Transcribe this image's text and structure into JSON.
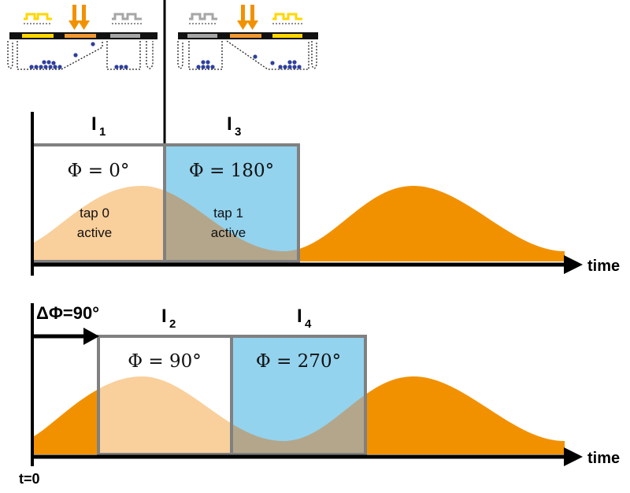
{
  "panel_top": {
    "window_1": {
      "name": "I",
      "sub": "1",
      "phase": "Φ = 0°",
      "tap_line1": "tap 0",
      "tap_line2": "active"
    },
    "window_3": {
      "name": "I",
      "sub": "3",
      "phase": "Φ = 180°",
      "tap_line1": "tap 1",
      "tap_line2": "active"
    },
    "axis_label": "time"
  },
  "panel_bottom": {
    "delta_phi_label": "ΔΦ=90°",
    "window_2": {
      "name": "I",
      "sub": "2",
      "phase": "Φ = 90°"
    },
    "window_4": {
      "name": "I",
      "sub": "4",
      "phase": "Φ = 270°"
    },
    "axis_label": "time",
    "origin_label": "t=0"
  },
  "colors": {
    "signal": "#f29100",
    "signal_light": "#f9cf9b",
    "window_active": "#93d3ee",
    "window_overlap": "#b4a68b",
    "window_border": "#808080",
    "photon": "#2e3f9c",
    "pixel_gate_gray": "#a6a6a6",
    "pixel_gate_orange": "#f19a32",
    "pixel_gate_yellow": "#ffd700"
  },
  "icons": [
    "light-arrow-icon",
    "electron-dot-icon",
    "gate-waveform-icon"
  ]
}
